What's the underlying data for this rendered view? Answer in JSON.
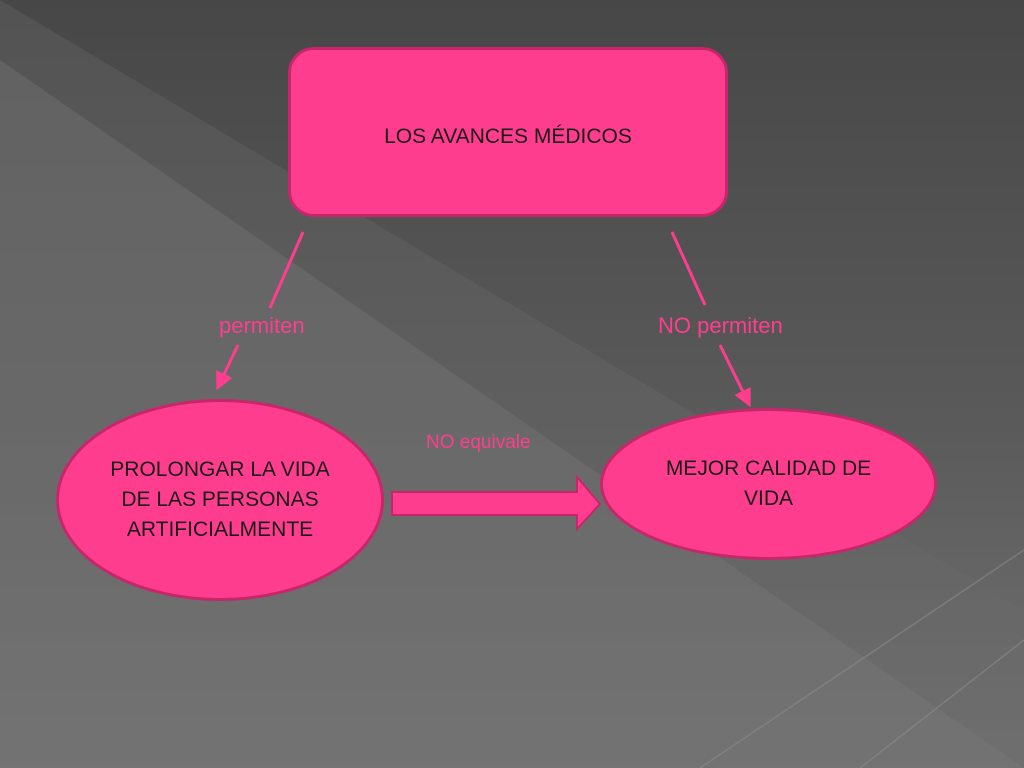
{
  "nodes": {
    "top": "LOS AVANCES MÉDICOS",
    "left": "PROLONGAR LA VIDA DE LAS PERSONAS ARTIFICIALMENTE",
    "right": "MEJOR CALIDAD DE VIDA"
  },
  "edges": {
    "left_label": "permiten",
    "right_label": "NO permiten",
    "middle_label": "NO equivale"
  },
  "colors": {
    "node_fill": "#ff3d8e",
    "node_border": "#c8266a",
    "label_text": "#ff3d8e",
    "background": "#4f4f4f"
  }
}
